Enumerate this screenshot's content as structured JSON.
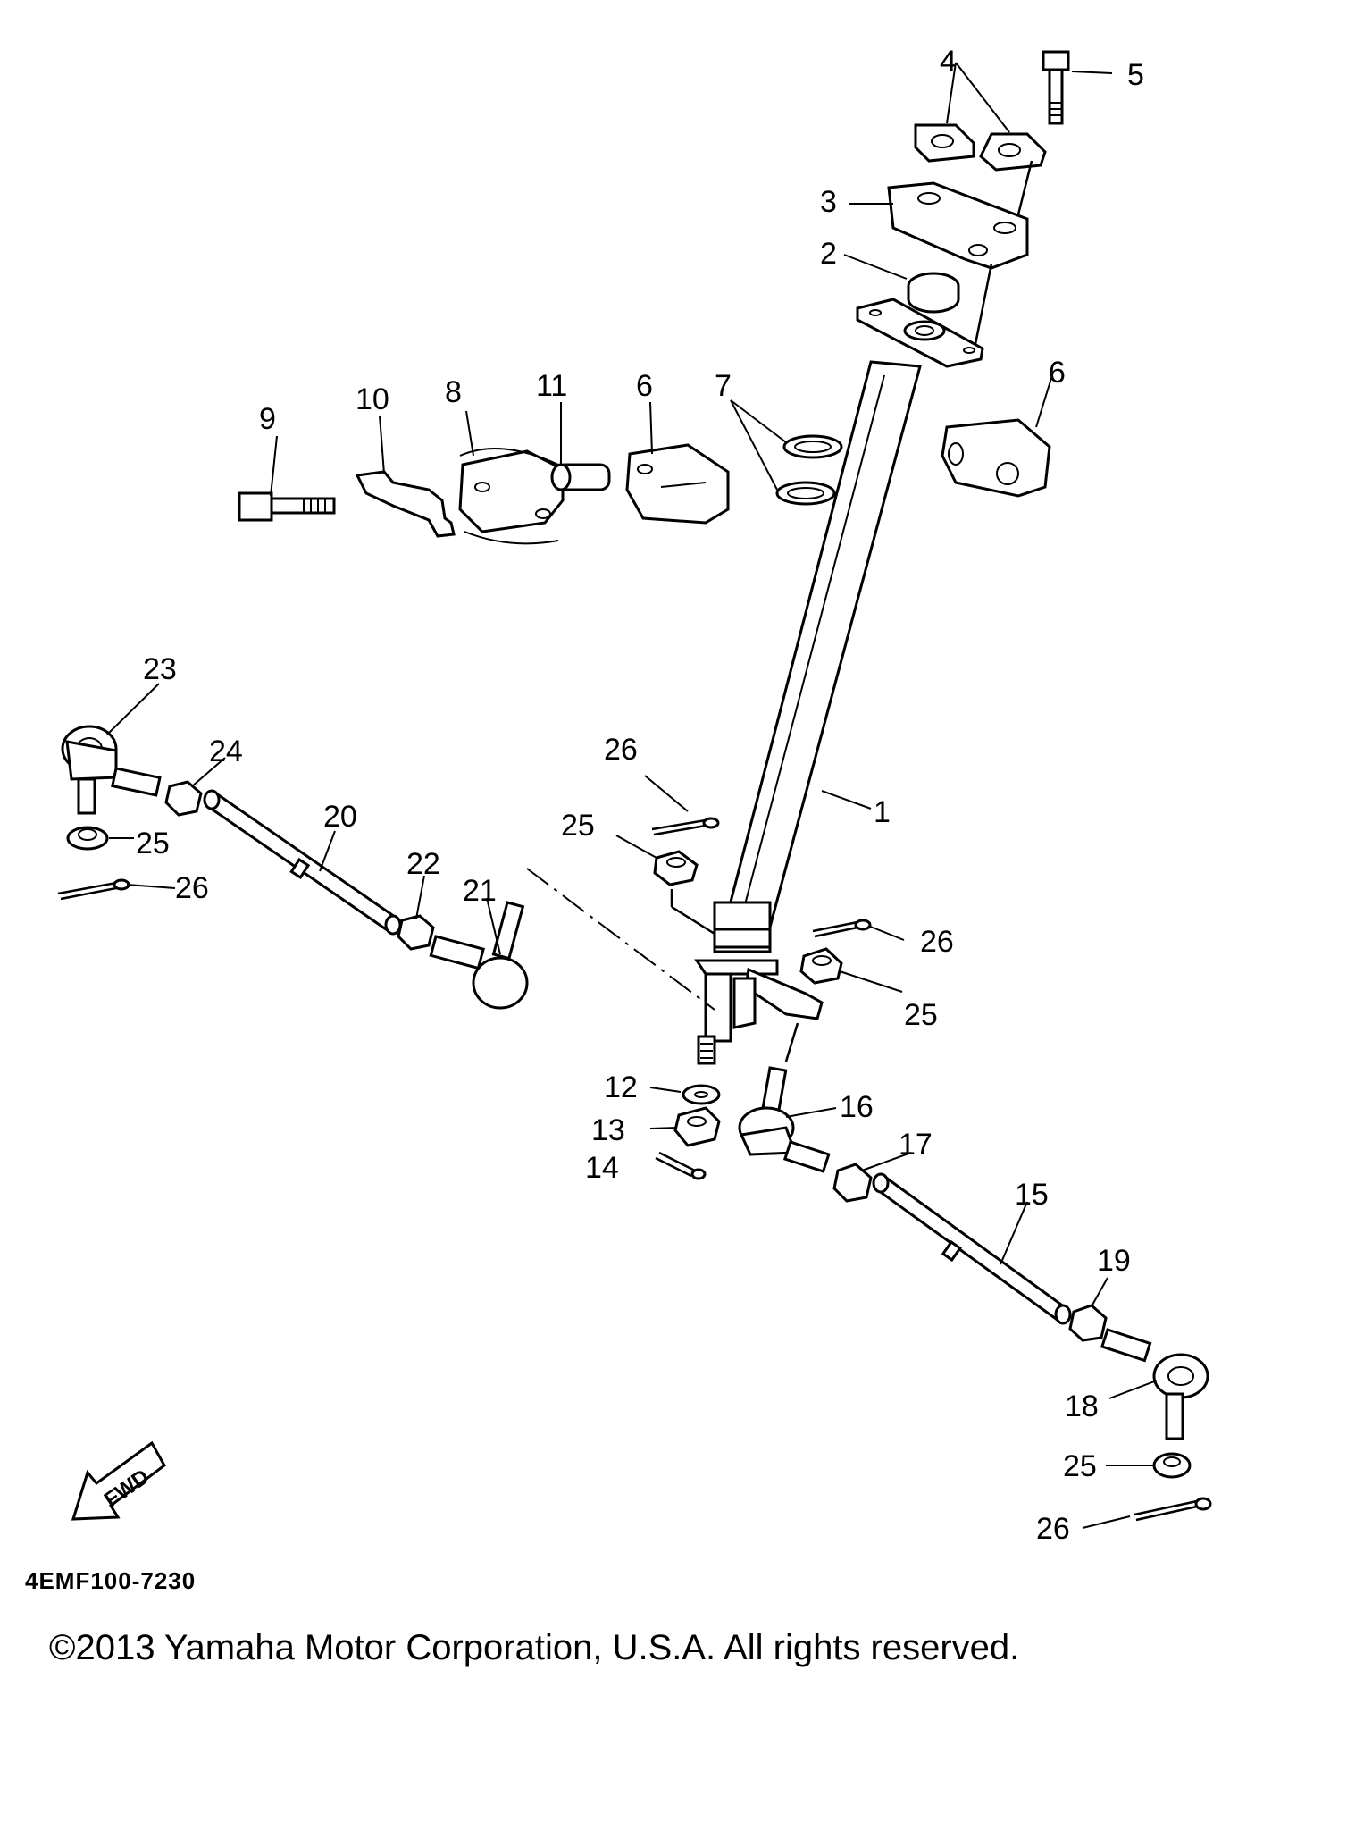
{
  "diagram_code": "4EMF100-7230",
  "copyright": "©2013 Yamaha Motor Corporation, U.S.A. All rights reserved.",
  "direction_arrow": "FWD",
  "callouts": [
    "1",
    "2",
    "3",
    "4",
    "5",
    "6",
    "6",
    "7",
    "8",
    "9",
    "10",
    "11",
    "12",
    "13",
    "14",
    "15",
    "16",
    "17",
    "18",
    "19",
    "20",
    "21",
    "22",
    "23",
    "24",
    "25",
    "25",
    "25",
    "25",
    "26",
    "26",
    "26",
    "26"
  ]
}
